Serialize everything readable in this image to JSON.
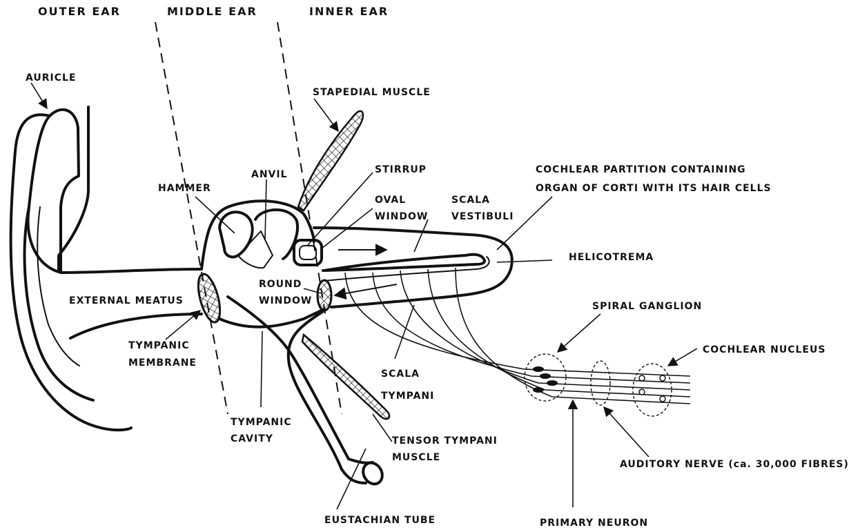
{
  "regions": {
    "outer": "OUTER EAR",
    "middle": "MIDDLE EAR",
    "inner": "INNER EAR"
  },
  "labels": {
    "auricle": "AURICLE",
    "stapedial_muscle": "STAPEDIAL MUSCLE",
    "stirrup": "STIRRUP",
    "anvil": "ANVIL",
    "hammer": "HAMMER",
    "oval_window_1": "OVAL",
    "oval_window_2": "WINDOW",
    "scala_vestibuli_1": "SCALA",
    "scala_vestibuli_2": "VESTIBULI",
    "cochlear_partition_1": "COCHLEAR PARTITION CONTAINING",
    "cochlear_partition_2": "ORGAN OF CORTI WITH ITS HAIR CELLS",
    "helicotrema": "HELICOTREMA",
    "round_window_1": "ROUND",
    "round_window_2": "WINDOW",
    "external_meatus": "EXTERNAL MEATUS",
    "spiral_ganglion": "SPIRAL GANGLION",
    "cochlear_nucleus": "COCHLEAR NUCLEUS",
    "tympanic_membrane_1": "TYMPANIC",
    "tympanic_membrane_2": "MEMBRANE",
    "scala_tympani_1": "SCALA",
    "scala_tympani_2": "TYMPANI",
    "tympanic_cavity_1": "TYMPANIC",
    "tympanic_cavity_2": "CAVITY",
    "tensor_tympani_1": "TENSOR TYMPANI",
    "tensor_tympani_2": "MUSCLE",
    "auditory_nerve": "AUDITORY NERVE (ca. 30,000 FIBRES)",
    "eustachian_tube": "EUSTACHIAN TUBE",
    "primary_neuron": "PRIMARY NEURON"
  }
}
